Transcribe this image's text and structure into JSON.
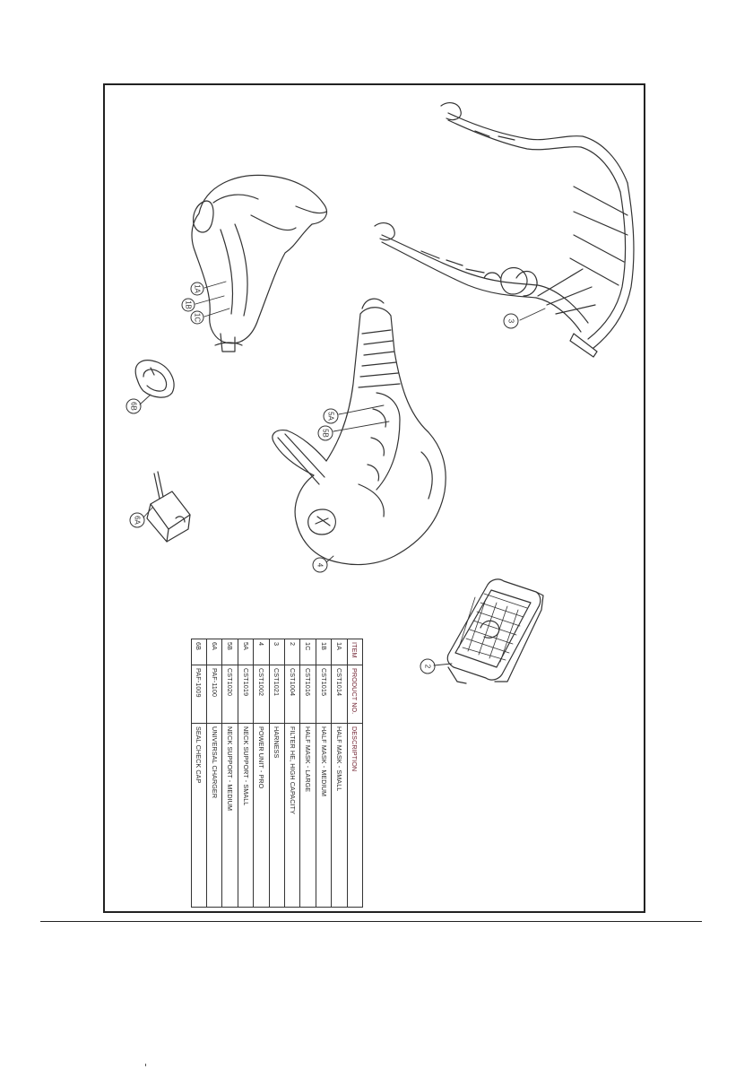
{
  "callouts": {
    "c1A": "1A",
    "c1B": "1B",
    "c1C": "1C",
    "c2": "2",
    "c3": "3",
    "c4": "4",
    "c5A": "5A",
    "c5B": "5B",
    "c6A": "6A",
    "c6B": "6B"
  },
  "table": {
    "headers": [
      "ITEM",
      "PRODUCT NO.",
      "DESCRIPTION"
    ],
    "rows": [
      [
        "1A",
        "CST1014",
        "HALF MASK - SMALL"
      ],
      [
        "1B",
        "CST1015",
        "HALF MASK - MEDIUM"
      ],
      [
        "1C",
        "CST1016",
        "HALF MASK - LARGE"
      ],
      [
        "2",
        "CST1004",
        "FILTER HE, HIGH CAPACITY"
      ],
      [
        "3",
        "CST1021",
        "HARNESS"
      ],
      [
        "4",
        "CST1002",
        "POWER UNIT - PRO"
      ],
      [
        "5A",
        "CST1019",
        "NECK SUPPORT - SMALL"
      ],
      [
        "5B",
        "CST1020",
        "NECK SUPPORT - MEDIUM"
      ],
      [
        "6A",
        "PAF-1100",
        "UNIVERSAL CHARGER"
      ],
      [
        "6B",
        "PAF-1009",
        "SEAL CHECK CAP"
      ]
    ]
  }
}
